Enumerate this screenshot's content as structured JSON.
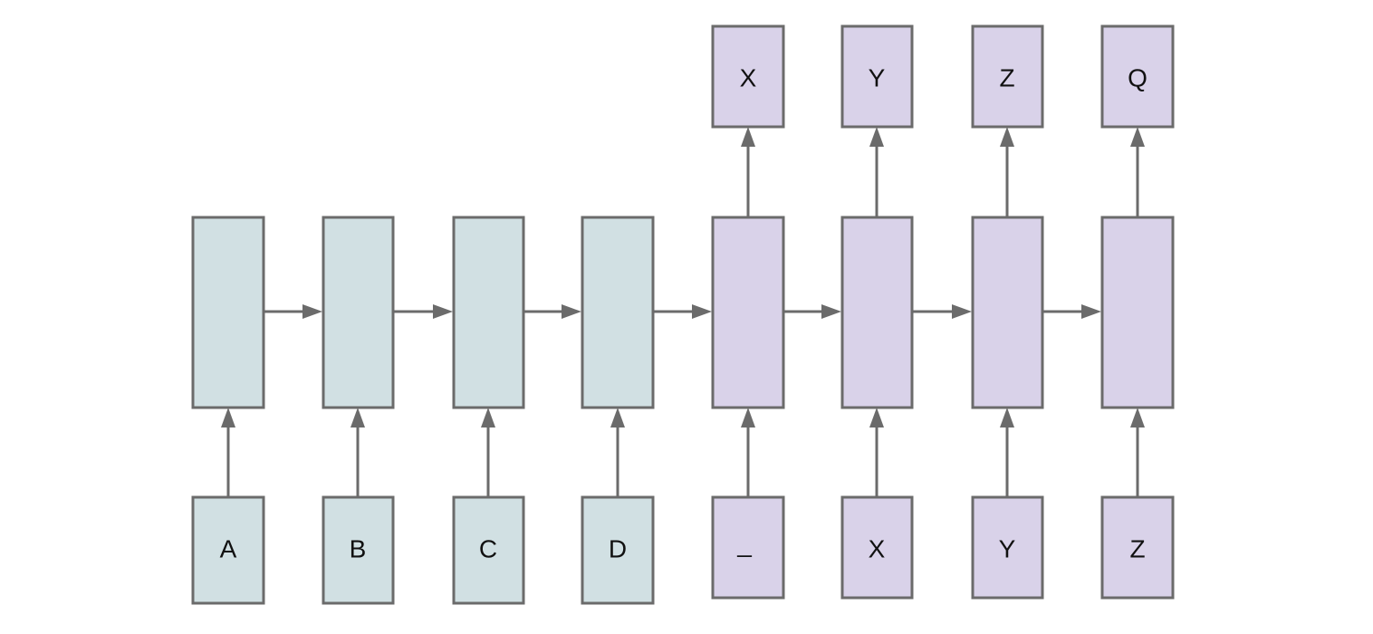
{
  "colors": {
    "encoder_fill": "#d1e0e3",
    "decoder_fill": "#d9d2e9",
    "stroke": "#6b6b6b",
    "text": "#111111"
  },
  "encoder": {
    "inputs": [
      "A",
      "B",
      "C",
      "D"
    ]
  },
  "decoder": {
    "inputs": [
      "_",
      "X",
      "Y",
      "Z"
    ],
    "outputs": [
      "X",
      "Y",
      "Z",
      "Q"
    ]
  }
}
